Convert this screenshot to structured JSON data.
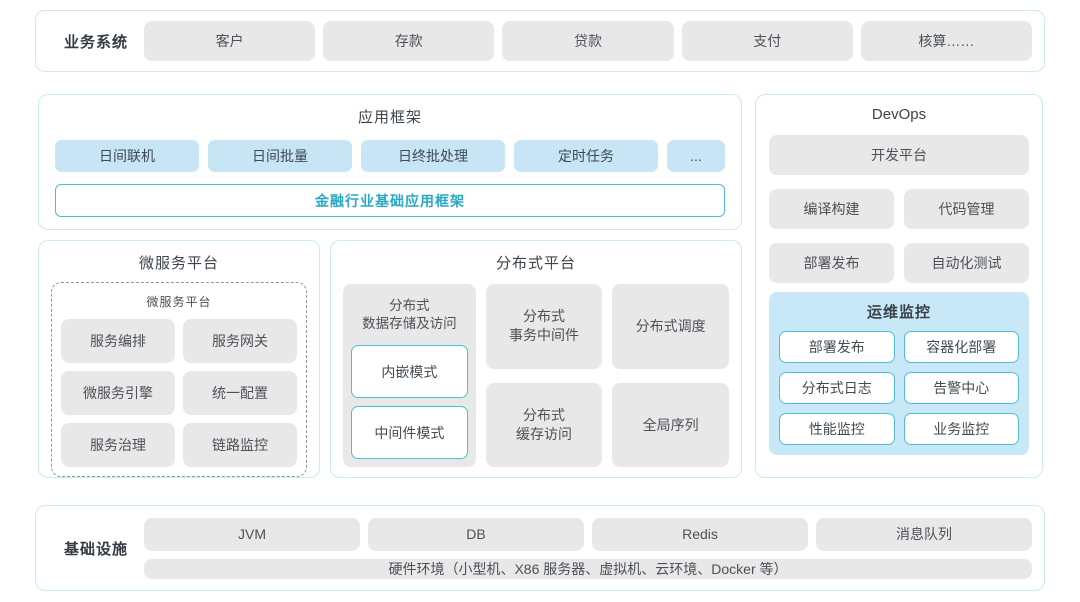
{
  "colors": {
    "panel_border": "#cdeaf1",
    "gray_box": "#e8e8e8",
    "blue_box": "#c8e5f5",
    "monitor_bg": "#c9e8f7",
    "cyan_border": "#4fbed5",
    "accent_text": "#27a9c5",
    "body_text": "#4b5158"
  },
  "business": {
    "label": "业务系统",
    "items": [
      "客户",
      "存款",
      "贷款",
      "支付",
      "核算……"
    ]
  },
  "app_framework": {
    "title": "应用框架",
    "items": [
      "日间联机",
      "日间批量",
      "日终批处理",
      "定时任务",
      "..."
    ],
    "base": "金融行业基础应用框架"
  },
  "microservice": {
    "title": "微服务平台",
    "inner_title": "微服务平台",
    "items": [
      "服务编排",
      "服务网关",
      "微服务引擎",
      "统一配置",
      "服务治理",
      "链路监控"
    ]
  },
  "distributed": {
    "title": "分布式平台",
    "storage": {
      "title": "分布式\n数据存储及访问",
      "modes": [
        "内嵌模式",
        "中间件模式"
      ]
    },
    "cells": [
      "分布式\n事务中间件",
      "分布式调度",
      "分布式\n缓存访问",
      "全局序列"
    ]
  },
  "devops": {
    "title": "DevOps",
    "platform": "开发平台",
    "items": [
      "编译构建",
      "代码管理",
      "部署发布",
      "自动化测试"
    ],
    "monitor": {
      "title": "运维监控",
      "items": [
        "部署发布",
        "容器化部署",
        "分布式日志",
        "告警中心",
        "性能监控",
        "业务监控"
      ]
    }
  },
  "infrastructure": {
    "label": "基础设施",
    "items": [
      "JVM",
      "DB",
      "Redis",
      "消息队列"
    ],
    "hardware": "硬件环境（小型机、X86 服务器、虚拟机、云环境、Docker 等）"
  }
}
